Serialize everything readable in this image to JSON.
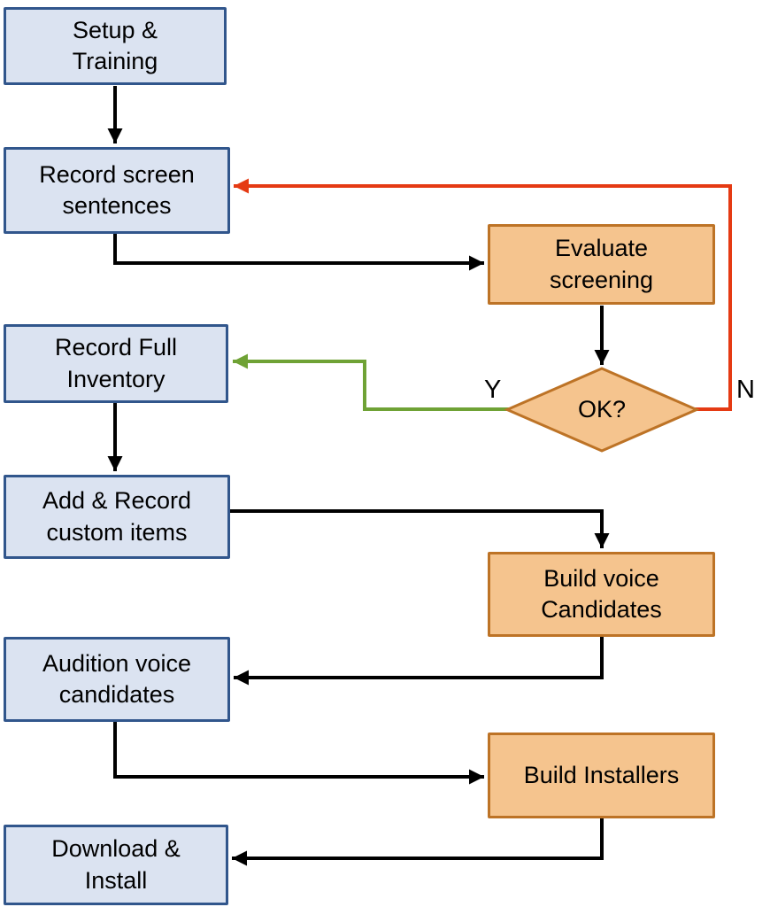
{
  "diagram": {
    "type": "flowchart",
    "nodes": {
      "setup_training": {
        "label": "Setup &\nTraining",
        "shape": "rect",
        "role": "primary"
      },
      "record_screen": {
        "label": "Record screen\nsentences",
        "shape": "rect",
        "role": "primary"
      },
      "evaluate_screening": {
        "label": "Evaluate\nscreening",
        "shape": "rect",
        "role": "secondary"
      },
      "ok_decision": {
        "label": "OK?",
        "shape": "diamond",
        "role": "secondary"
      },
      "record_full_inventory": {
        "label": "Record Full\nInventory",
        "shape": "rect",
        "role": "primary"
      },
      "add_record_custom": {
        "label": "Add & Record\ncustom items",
        "shape": "rect",
        "role": "primary"
      },
      "build_voice_candidates": {
        "label": "Build voice\nCandidates",
        "shape": "rect",
        "role": "secondary"
      },
      "audition_voice_candidates": {
        "label": "Audition voice\ncandidates",
        "shape": "rect",
        "role": "primary"
      },
      "build_installers": {
        "label": "Build Installers",
        "shape": "rect",
        "role": "secondary"
      },
      "download_install": {
        "label": "Download &\nInstall",
        "shape": "rect",
        "role": "primary"
      }
    },
    "decision_labels": {
      "yes": "Y",
      "no": "N"
    },
    "edges": [
      {
        "from": "setup_training",
        "to": "record_screen",
        "color": "black"
      },
      {
        "from": "record_screen",
        "to": "evaluate_screening",
        "color": "black"
      },
      {
        "from": "evaluate_screening",
        "to": "ok_decision",
        "color": "black"
      },
      {
        "from": "ok_decision",
        "to": "record_full_inventory",
        "label": "Y",
        "color": "green"
      },
      {
        "from": "ok_decision",
        "to": "record_screen",
        "label": "N",
        "color": "red"
      },
      {
        "from": "record_full_inventory",
        "to": "add_record_custom",
        "color": "black"
      },
      {
        "from": "add_record_custom",
        "to": "build_voice_candidates",
        "color": "black"
      },
      {
        "from": "build_voice_candidates",
        "to": "audition_voice_candidates",
        "color": "black"
      },
      {
        "from": "audition_voice_candidates",
        "to": "build_installers",
        "color": "black"
      },
      {
        "from": "build_installers",
        "to": "download_install",
        "color": "black"
      }
    ],
    "colors": {
      "primary_fill": "#dbe3f1",
      "primary_border": "#31568c",
      "secondary_fill": "#f5c48e",
      "secondary_border": "#bd7326",
      "edge_black": "#000000",
      "edge_red": "#e53a13",
      "edge_green": "#6fa235"
    }
  }
}
